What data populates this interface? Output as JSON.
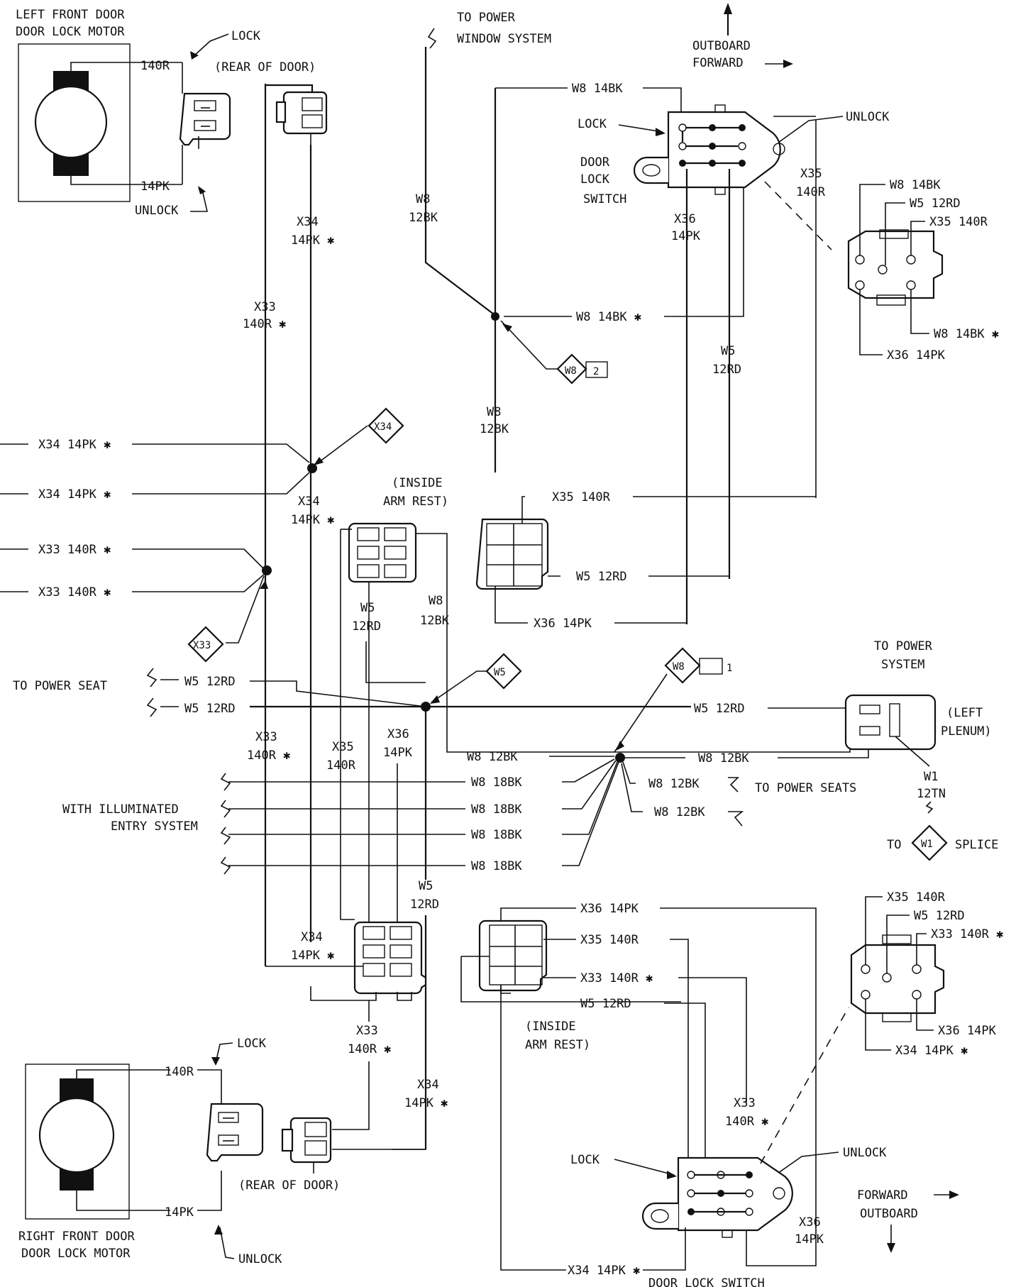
{
  "motors": {
    "left": {
      "title_line1": "LEFT FRONT DOOR",
      "title_line2": "DOOR LOCK MOTOR"
    },
    "right": {
      "title_line1": "RIGHT FRONT DOOR",
      "title_line2": "DOOR LOCK MOTOR"
    }
  },
  "labels": {
    "lock": "LOCK",
    "unlock": "UNLOCK",
    "rear_of_door": "(REAR OF DOOR)",
    "to_power": "TO POWER",
    "window_system": "WINDOW SYSTEM",
    "outboard": "OUTBOARD",
    "forward": "FORWARD",
    "door": "DOOR",
    "switch": "SWITCH",
    "inside": "(INSIDE",
    "arm_rest": "ARM REST)",
    "to_power_seat": "TO POWER SEAT",
    "to_power_seats": "TO POWER SEATS",
    "system": "SYSTEM",
    "left_paren": "(LEFT",
    "plenum": "PLENUM)",
    "with_illuminated": "WITH ILLUMINATED",
    "entry_system": "ENTRY SYSTEM",
    "to": "TO",
    "splice": "SPLICE",
    "door_lock_switch": "DOOR LOCK SWITCH"
  },
  "wires": {
    "r140": "140R",
    "pk14": "14PK",
    "x33": "X33",
    "x34": "X34",
    "x35": "X35",
    "x36": "X36",
    "w5": "W5",
    "w8": "W8",
    "w1": "W1",
    "bk12": "12BK",
    "rd12": "12RD",
    "tn12": "12TN",
    "r140_star": "140R ✱",
    "pk14_star": "14PK ✱",
    "x34_14pk_star": "X34 14PK ✱",
    "x33_140r_star": "X33 140R ✱",
    "x35_140r": "X35 140R",
    "x36_14pk": "X36 14PK",
    "w5_12rd": "W5 12RD",
    "w8_12bk": "W8 12BK",
    "w8_14bk": "W8 14BK",
    "w8_14bk_star": "W8 14BK ✱",
    "w8_18bk": "W8 18BK"
  },
  "splices": {
    "x34": "X34",
    "x33": "X33",
    "w5": "W5",
    "w8": "W8",
    "w1": "W1",
    "w8_ref_top": "2",
    "w8_ref_mid": "1"
  }
}
